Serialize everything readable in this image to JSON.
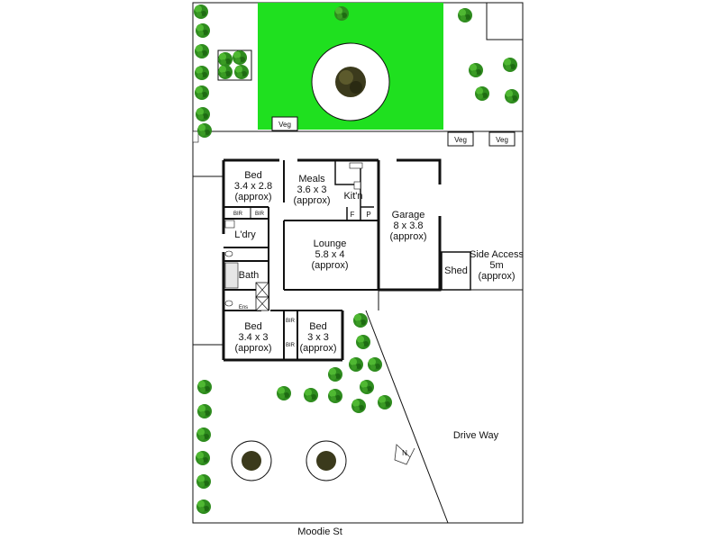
{
  "street_label": "Moodie St",
  "driveway_label": "Drive Way",
  "north_label": "N",
  "veg_labels": [
    "Veg",
    "Veg",
    "Veg"
  ],
  "rooms": {
    "bed1": {
      "name": "Bed",
      "size": "3.4 x 2.8",
      "note": "(approx)"
    },
    "meals": {
      "name": "Meals",
      "size": "3.6 x 3",
      "note": "(approx)"
    },
    "kitchen": {
      "name": "Kit'n"
    },
    "garage": {
      "name": "Garage",
      "size": "8 x 3.8",
      "note": "(approx)"
    },
    "lounge": {
      "name": "Lounge",
      "size": "5.8 x 4",
      "note": "(approx)"
    },
    "laundry": {
      "name": "L'dry"
    },
    "bath": {
      "name": "Bath"
    },
    "ensuite": {
      "name": "Ens"
    },
    "bed2": {
      "name": "Bed",
      "size": "3.4 x 3",
      "note": "(approx)"
    },
    "bed3": {
      "name": "Bed",
      "size": "3 x 3",
      "note": "(approx)"
    },
    "shed": {
      "name": "Shed"
    },
    "side_access": {
      "name": "Side Access",
      "size": "5m",
      "note": "(approx)"
    }
  },
  "fixtures": {
    "bir": "BIR",
    "fridge": "F",
    "pantry": "P"
  },
  "colors": {
    "lawn": "#1fe01f",
    "tree": "#2e8b1e",
    "tree_dark": "#3b3a1c",
    "wall": "#111111"
  }
}
